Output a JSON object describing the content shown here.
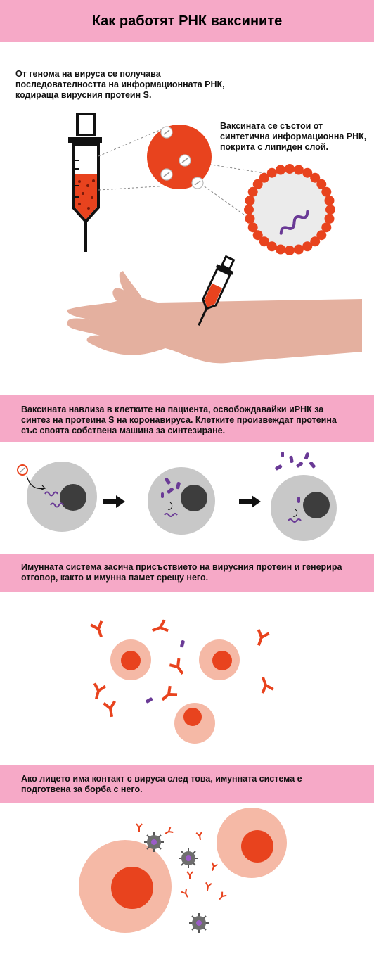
{
  "title": "Как работят РНК ваксините",
  "text_genome": "От генома на вируса се получава последователността на информационната РНК, кодираща вирусния протеин S.",
  "text_vaccine": "Ваксината се състои от синтетична информационна РНК, покрита с липиден слой.",
  "band1": "Ваксината навлиза в клетките на пациента, освобождавайки иРНК за синтез на протеина S на коронавируса. Клетките произвеждат протеина със своята собствена машина за синтезиране.",
  "band2": "Имунната система засича присъствието на вирусния протеин и генерира отговор, както и имунна памет срещу него.",
  "band3": "Ако лицето има контакт с вируса след това, имунната система е подготвена за борба с него.",
  "colors": {
    "band": "#f6a9c7",
    "vaccine_red": "#e8431e",
    "purple": "#6a3a96",
    "cell_gray": "#c8c8c8",
    "nucleus": "#3d3d3d",
    "skin": "#e4b09f",
    "cell_pink": "#f5b9a6"
  }
}
